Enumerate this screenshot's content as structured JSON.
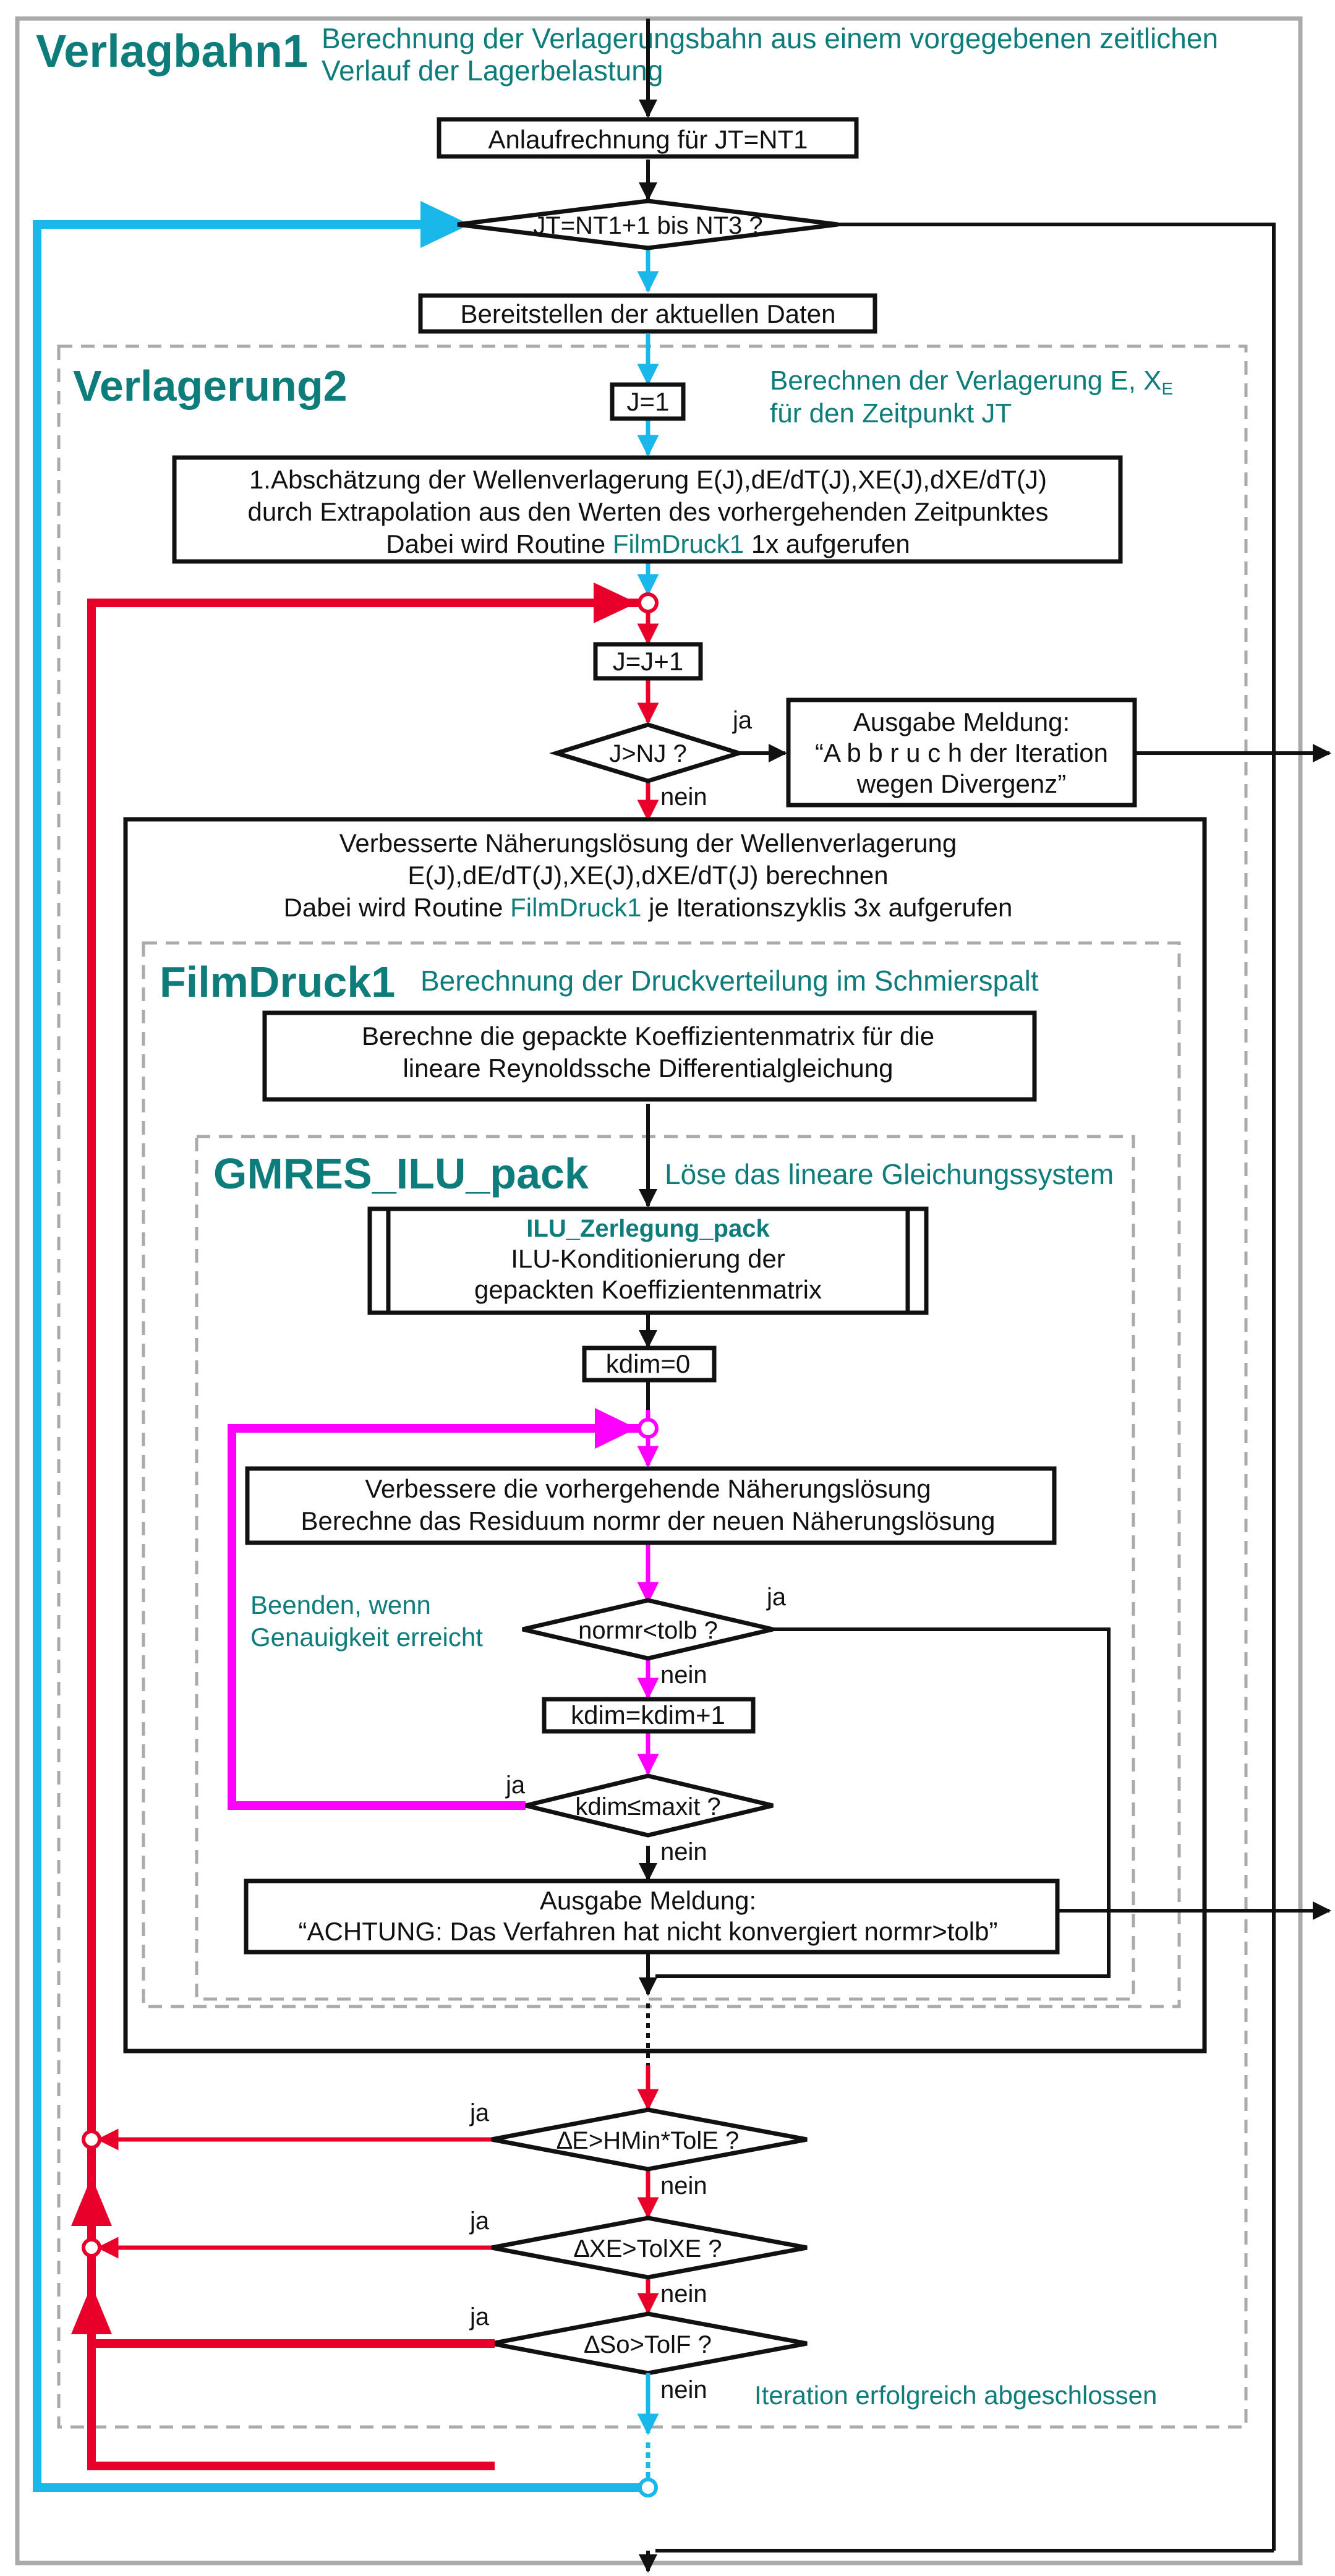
{
  "outer": {
    "title": "Verlagbahn1",
    "desc1": "Berechnung der Verlagerungsbahn aus einem   vorgegebenen zeitlichen",
    "desc2": "Verlauf der Lagerbelastung",
    "start_box": "Anlaufrechnung für JT=NT1",
    "loop_cond": "JT=NT1+1 bis NT3 ?",
    "data_box": "Bereitstellen der aktuellen Daten"
  },
  "verlagerung2": {
    "title": "Verlagerung2",
    "desc1": "Berechnen der Verlagerung E, X",
    "desc1_sub": "E",
    "desc2": "für den Zeitpunkt JT",
    "init_box": "J=1",
    "estimate": {
      "line1": "1.Abschätzung der Wellenverlagerung E(J),dE/dT(J),XE(J),dXE/dT(J)",
      "line2": "durch Extrapolation aus den Werten des vorhergehenden Zeitpunktes",
      "line3_a": "Dabei wird Routine ",
      "line3_link": "FilmDruck1",
      "line3_b": " 1x aufgerufen"
    },
    "incr_box": "J=J+1",
    "cond_nj": "J>NJ ?",
    "ja": "ja",
    "nein": "nein",
    "abort_msg": {
      "line1": "Ausgabe Meldung:",
      "line2": "“A b b r u c h der Iteration",
      "line3": "wegen Divergenz”"
    },
    "improve": {
      "line1": "Verbesserte Näherungslösung der Wellenverlagerung",
      "line2": "E(J),dE/dT(J),XE(J),dXE/dT(J) berechnen",
      "line3_a": "Dabei wird Routine ",
      "line3_link": "FilmDruck1",
      "line3_b": " je Iterationszyklis 3x aufgerufen"
    },
    "cond_e": "∆E>HMin*TolE ?",
    "cond_xe": "∆XE>TolXE ?",
    "cond_so": "∆So>TolF ?",
    "success": "Iteration erfolgreich abgeschlossen"
  },
  "filmdruck1": {
    "title": "FilmDruck1",
    "desc": "Berechnung der Druckverteilung im Schmierspalt",
    "matrix": {
      "line1": "Berechne die gepackte Koeffizientenmatrix für die",
      "line2": "lineare Reynoldssche Differentialgleichung"
    }
  },
  "gmres": {
    "title": "GMRES_ILU_pack",
    "desc": "Löse das lineare Gleichungssystem",
    "ilu": {
      "line1": "ILU_Zerlegung_pack",
      "line2": "ILU-Konditionierung der",
      "line3": "gepackten Koeffizientenmatrix"
    },
    "kdim_init": "kdim=0",
    "improve": {
      "line1": "Verbessere die vorhergehende Näherungslösung",
      "line2": "Berechne das Residuum normr der neuen Näherungslösung"
    },
    "stop_note1": "Beenden, wenn",
    "stop_note2": "Genauigkeit erreicht",
    "cond_tol": "normr<tolb ?",
    "kdim_incr": "kdim=kdim+1",
    "cond_max": "kdim≤maxit ?",
    "warn": {
      "line1": "Ausgabe Meldung:",
      "line2": "“ACHTUNG: Das Verfahren hat nicht konvergiert normr>tolb”"
    }
  },
  "colors": {
    "outer_loop": "#1ab7ea",
    "iteration_loop": "#e8002a",
    "gmres_loop": "#ff00ff",
    "teal_text": "#0e7c7b",
    "frame": "#aaaaaa"
  }
}
